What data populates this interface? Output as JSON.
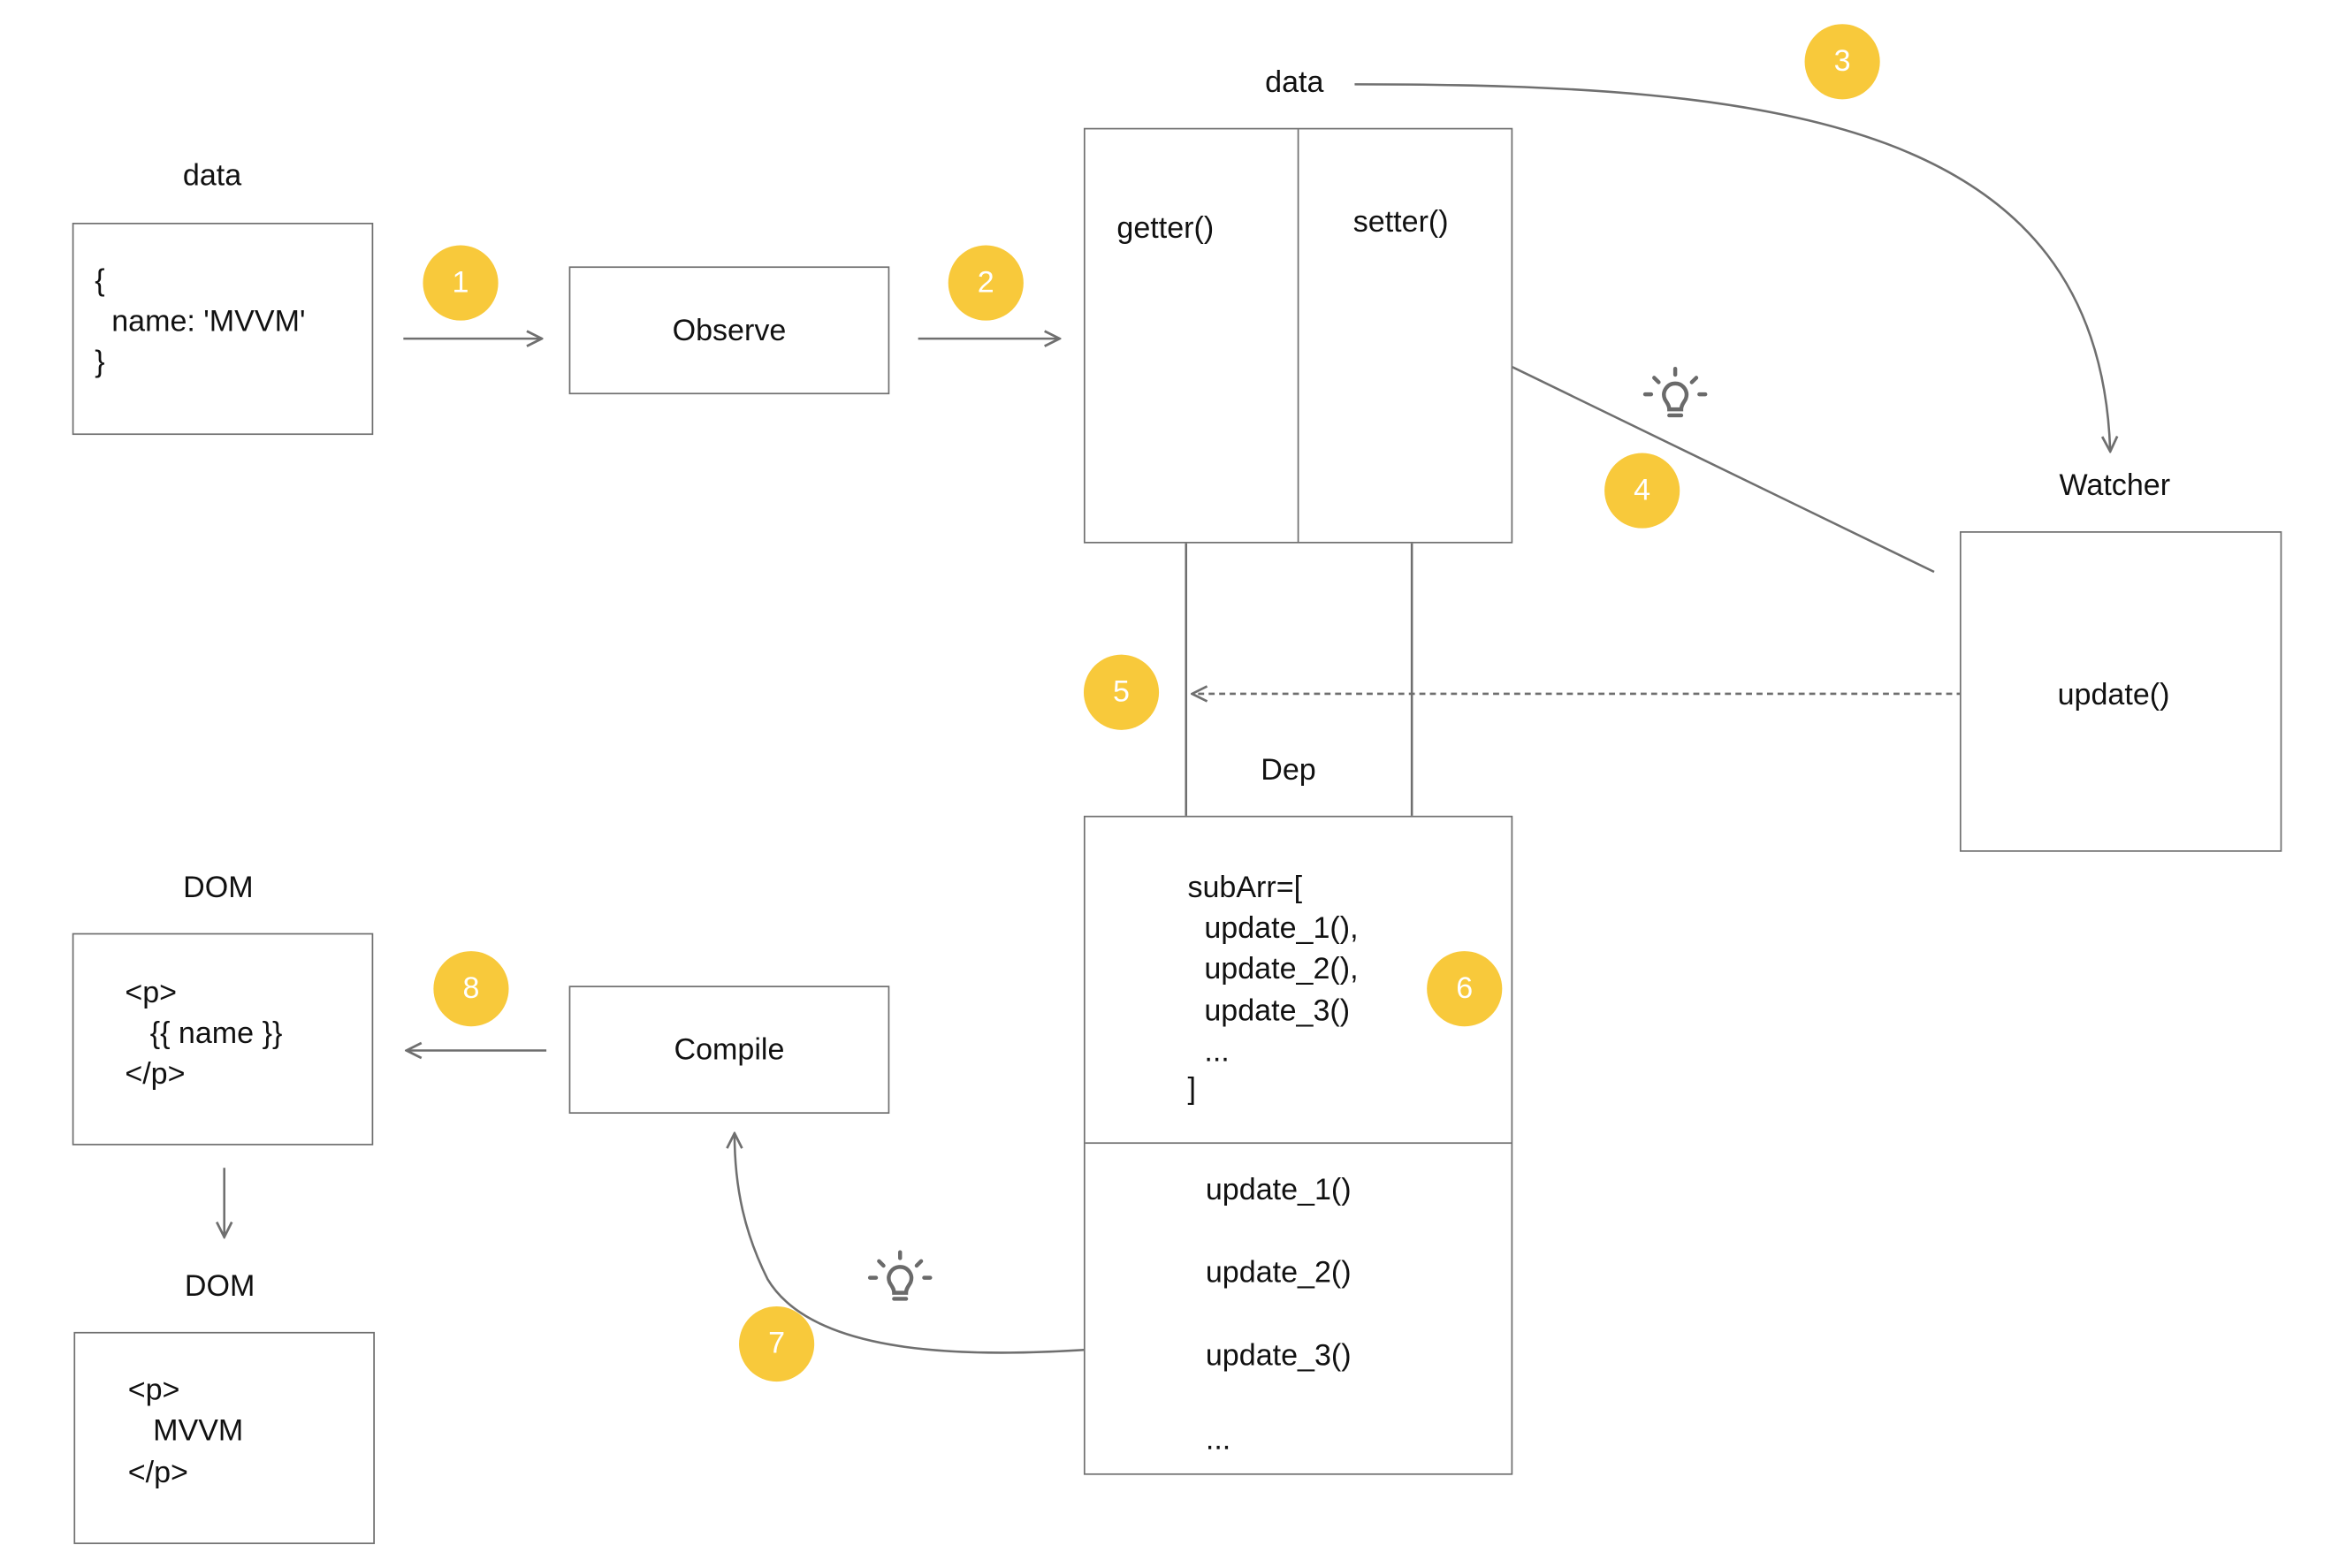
{
  "labels": {
    "data_left": "data",
    "data_top": "data",
    "watcher": "Watcher",
    "dep": "Dep",
    "dom1": "DOM",
    "dom2": "DOM"
  },
  "data_box": {
    "line1": "{",
    "line2": "  name: 'MVVM'",
    "line3": "}"
  },
  "observe": "Observe",
  "compile": "Compile",
  "accessor": {
    "getter": "getter()",
    "setter": "setter()"
  },
  "watcher_box": {
    "update": "update()"
  },
  "dep_box": {
    "sub_lines": [
      "subArr=[",
      "  update_1(),",
      "  update_2(),",
      "  update_3()",
      "  ...",
      "]"
    ],
    "list": [
      "update_1()",
      "update_2()",
      "update_3()",
      "..."
    ]
  },
  "dom_template": {
    "line1": "<p>",
    "line2": "   {{ name }}",
    "line3": "</p>"
  },
  "dom_rendered": {
    "line1": "<p>",
    "line2": "   MVVM",
    "line3": "</p>"
  },
  "badges": [
    "1",
    "2",
    "3",
    "4",
    "5",
    "6",
    "7",
    "8"
  ],
  "colors": {
    "badge": "#f8c93b",
    "line": "#6f6f6f",
    "box_border": "#6f6f6f"
  },
  "icons": [
    "lightbulb-icon",
    "lightbulb-icon"
  ]
}
